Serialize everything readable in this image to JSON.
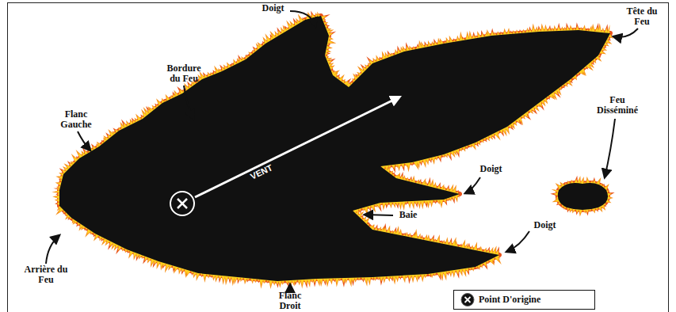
{
  "diagram": {
    "labels": [
      "Doigt",
      "Tête du Feu",
      "Bordure du Feu",
      "Flanc Gauche",
      "VENT",
      "Feu Disséminé",
      "Doigt",
      "Baie",
      "Doigt",
      "Arrière du Feu",
      "Flanc Droit"
    ],
    "legend": [
      {
        "text": "Point D'origine"
      }
    ]
  }
}
